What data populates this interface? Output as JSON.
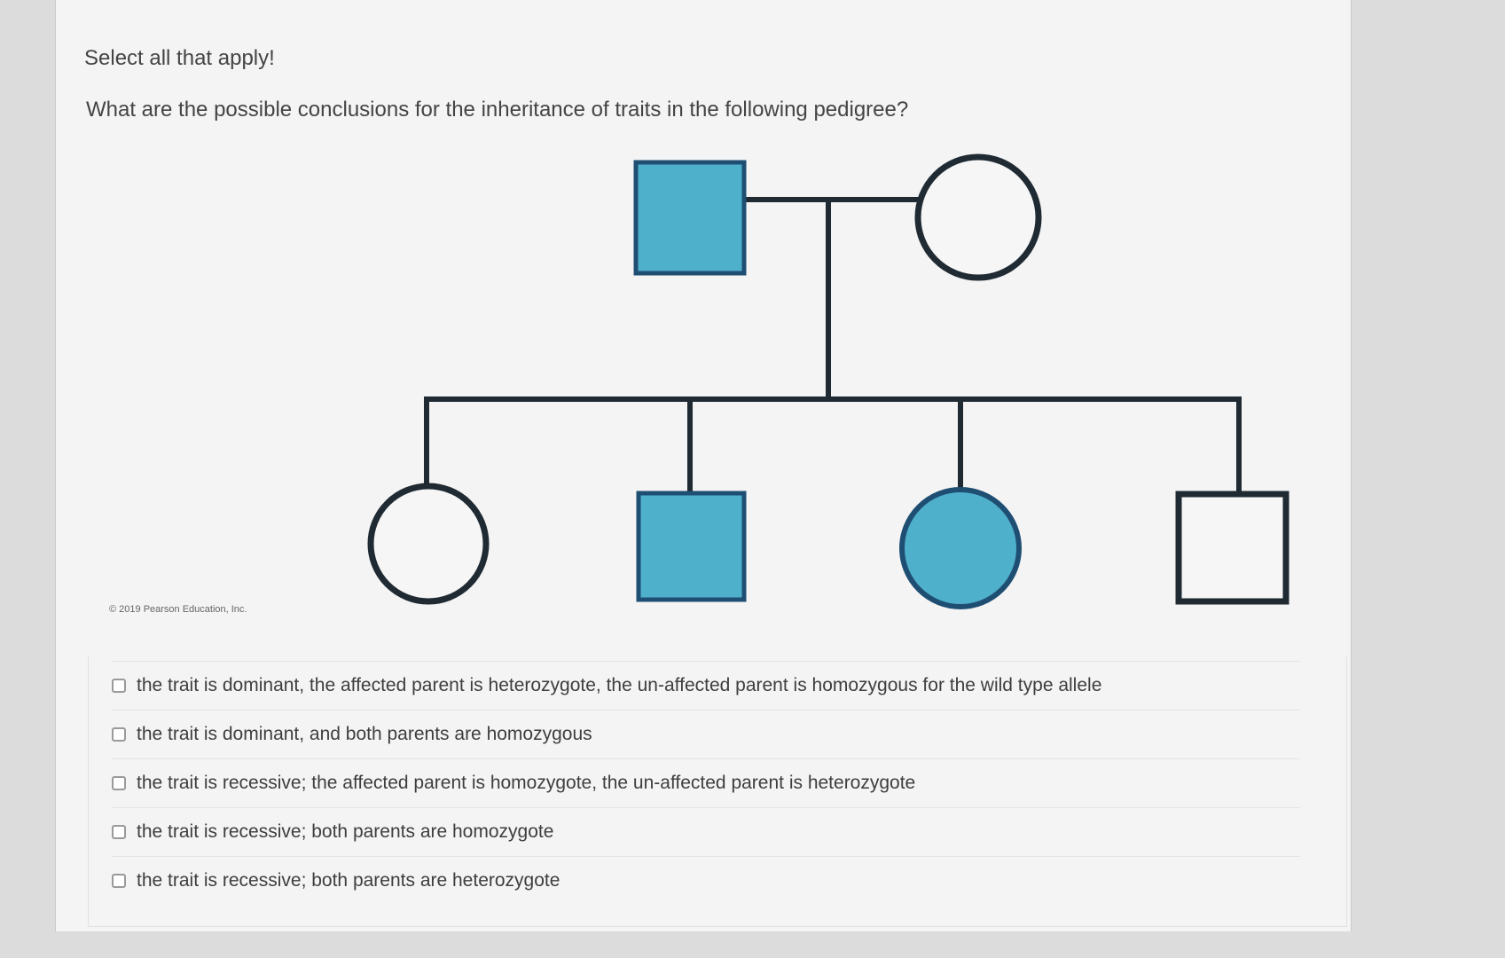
{
  "question": {
    "instruction": "Select all that apply!",
    "text": "What are the possible conclusions for the inheritance of traits in the following pedigree?"
  },
  "pedigree": {
    "copyright": "© 2019 Pearson Education, Inc.",
    "affected_color": "#4fb0cc",
    "outline_color": "#1f2a33"
  },
  "options": [
    {
      "label": "the trait is dominant, the affected parent is heterozygote, the un-affected parent is homozygous for the wild type allele",
      "checked": false
    },
    {
      "label": "the trait is dominant, and both parents are homozygous",
      "checked": false
    },
    {
      "label": "the trait is recessive; the affected parent is homozygote, the un-affected parent is heterozygote",
      "checked": false
    },
    {
      "label": "the trait is recessive; both parents are homozygote",
      "checked": false
    },
    {
      "label": "the trait is recessive; both parents are heterozygote",
      "checked": false
    }
  ]
}
